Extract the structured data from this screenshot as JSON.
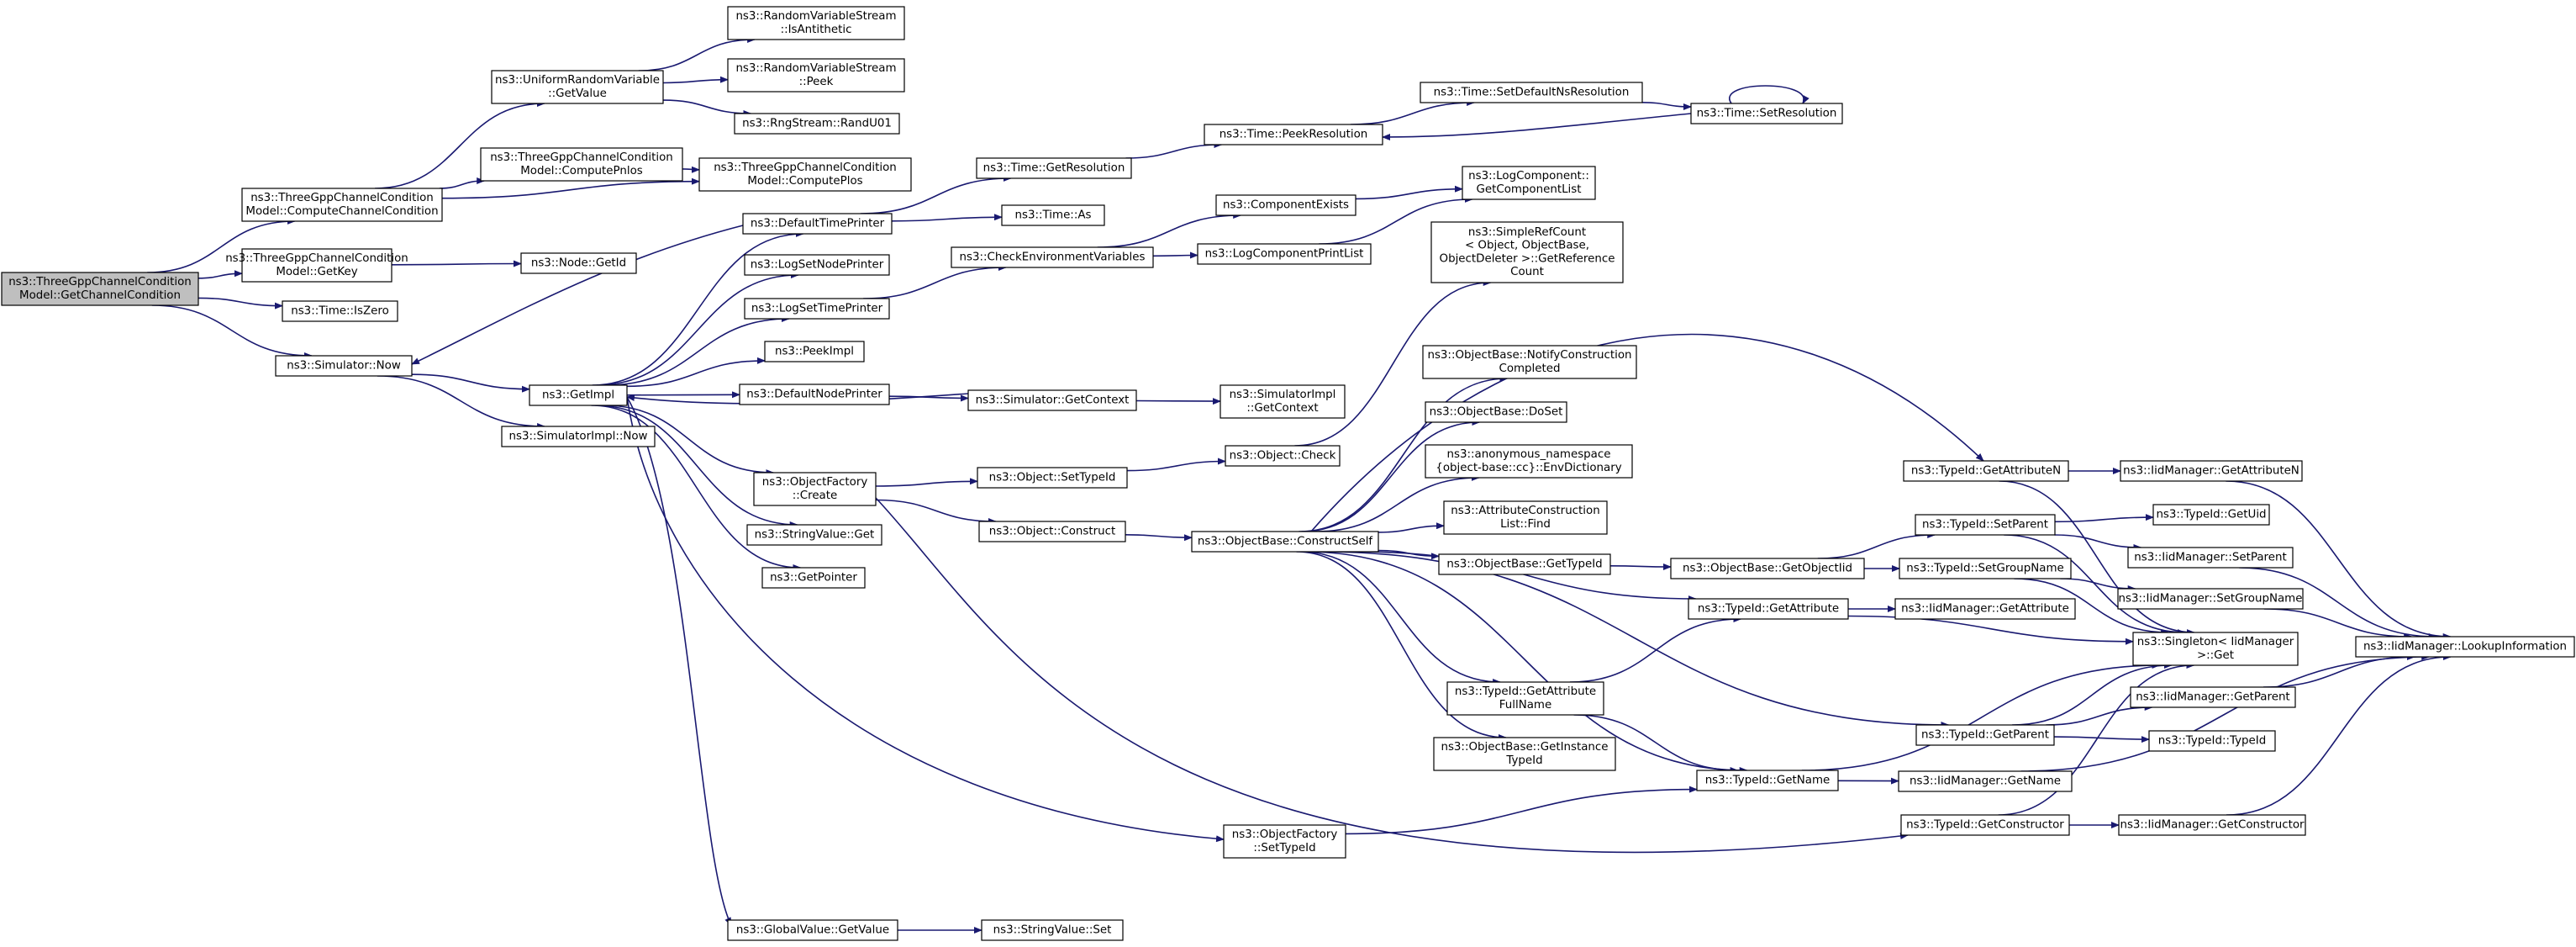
{
  "graph": {
    "root_fill": "#bfbfbf",
    "node_fill": "#ffffff",
    "node_stroke": "#000000",
    "edge_color": "#191970",
    "nodes": [
      {
        "id": "root",
        "lines": [
          "ns3::ThreeGppChannelCondition",
          "Model::GetChannelCondition"
        ],
        "root": true
      },
      {
        "id": "ccc",
        "lines": [
          "ns3::ThreeGppChannelCondition",
          "Model::ComputeChannelCondition"
        ]
      },
      {
        "id": "getkey",
        "lines": [
          "ns3::ThreeGppChannelCondition",
          "Model::GetKey"
        ]
      },
      {
        "id": "iszero",
        "lines": [
          "ns3::Time::IsZero"
        ]
      },
      {
        "id": "simnow",
        "lines": [
          "ns3::Simulator::Now"
        ]
      },
      {
        "id": "urvgetvalue",
        "lines": [
          "ns3::UniformRandomVariable",
          "::GetValue"
        ]
      },
      {
        "id": "pnlos",
        "lines": [
          "ns3::ThreeGppChannelCondition",
          "Model::ComputePnlos"
        ]
      },
      {
        "id": "plos",
        "lines": [
          "ns3::ThreeGppChannelCondition",
          "Model::ComputePlos"
        ]
      },
      {
        "id": "isanti",
        "lines": [
          "ns3::RandomVariableStream",
          "::IsAntithetic"
        ]
      },
      {
        "id": "peek",
        "lines": [
          "ns3::RandomVariableStream",
          "::Peek"
        ]
      },
      {
        "id": "randu01",
        "lines": [
          "ns3::RngStream::RandU01"
        ]
      },
      {
        "id": "nodegetid",
        "lines": [
          "ns3::Node::GetId"
        ]
      },
      {
        "id": "getimpl",
        "lines": [
          "ns3::GetImpl"
        ]
      },
      {
        "id": "simimplnow",
        "lines": [
          "ns3::SimulatorImpl::Now"
        ]
      },
      {
        "id": "deftimeprinter",
        "lines": [
          "ns3::DefaultTimePrinter"
        ]
      },
      {
        "id": "logsetnodeprinter",
        "lines": [
          "ns3::LogSetNodePrinter"
        ]
      },
      {
        "id": "logsettimeprinter",
        "lines": [
          "ns3::LogSetTimePrinter"
        ]
      },
      {
        "id": "peekimpl",
        "lines": [
          "ns3::PeekImpl"
        ]
      },
      {
        "id": "defnodeprinter",
        "lines": [
          "ns3::DefaultNodePrinter"
        ]
      },
      {
        "id": "ofcreate",
        "lines": [
          "ns3::ObjectFactory",
          "::Create"
        ]
      },
      {
        "id": "strvalget",
        "lines": [
          "ns3::StringValue::Get"
        ]
      },
      {
        "id": "getpointer",
        "lines": [
          "ns3::GetPointer"
        ]
      },
      {
        "id": "gvgetvalue",
        "lines": [
          "ns3::GlobalValue::GetValue"
        ]
      },
      {
        "id": "timegetres",
        "lines": [
          "ns3::Time::GetResolution"
        ]
      },
      {
        "id": "timeas",
        "lines": [
          "ns3::Time::As"
        ]
      },
      {
        "id": "checkenv",
        "lines": [
          "ns3::CheckEnvironmentVariables"
        ]
      },
      {
        "id": "simgetcontext",
        "lines": [
          "ns3::Simulator::GetContext"
        ]
      },
      {
        "id": "objsettypeid",
        "lines": [
          "ns3::Object::SetTypeId"
        ]
      },
      {
        "id": "objconstruct",
        "lines": [
          "ns3::Object::Construct"
        ]
      },
      {
        "id": "ofsettypeid",
        "lines": [
          "ns3::ObjectFactory",
          "::SetTypeId"
        ]
      },
      {
        "id": "strvalset",
        "lines": [
          "ns3::StringValue::Set"
        ]
      },
      {
        "id": "peekres",
        "lines": [
          "ns3::Time::PeekResolution"
        ]
      },
      {
        "id": "compexists",
        "lines": [
          "ns3::ComponentExists"
        ]
      },
      {
        "id": "logcompprintlist",
        "lines": [
          "ns3::LogComponentPrintList"
        ]
      },
      {
        "id": "simimplgetcontext",
        "lines": [
          "ns3::SimulatorImpl",
          "::GetContext"
        ]
      },
      {
        "id": "objcheck",
        "lines": [
          "ns3::Object::Check"
        ]
      },
      {
        "id": "obconstructself",
        "lines": [
          "ns3::ObjectBase::ConstructSelf"
        ]
      },
      {
        "id": "setdefnsres",
        "lines": [
          "ns3::Time::SetDefaultNsResolution"
        ]
      },
      {
        "id": "setres",
        "lines": [
          "ns3::Time::SetResolution"
        ]
      },
      {
        "id": "logcompgetlist",
        "lines": [
          "ns3::LogComponent::",
          "GetComponentList"
        ]
      },
      {
        "id": "simplerefcount",
        "lines": [
          "ns3::SimpleRefCount",
          "< Object, ObjectBase,",
          "ObjectDeleter >::GetReference",
          "Count"
        ]
      },
      {
        "id": "notifyconstruct",
        "lines": [
          "ns3::ObjectBase::NotifyConstruction",
          "Completed"
        ]
      },
      {
        "id": "obdoset",
        "lines": [
          "ns3::ObjectBase::DoSet"
        ]
      },
      {
        "id": "envdict",
        "lines": [
          "ns3::anonymous_namespace",
          "{object-base::cc}::EnvDictionary"
        ]
      },
      {
        "id": "attrconstfind",
        "lines": [
          "ns3::AttributeConstruction",
          "List::Find"
        ]
      },
      {
        "id": "obgettypeid",
        "lines": [
          "ns3::ObjectBase::GetTypeId"
        ]
      },
      {
        "id": "tidgetattrfullname",
        "lines": [
          "ns3::TypeId::GetAttribute",
          "FullName"
        ]
      },
      {
        "id": "obgetinsttypeid",
        "lines": [
          "ns3::ObjectBase::GetInstance",
          "TypeId"
        ]
      },
      {
        "id": "tidgetattrn",
        "lines": [
          "ns3::TypeId::GetAttributeN"
        ]
      },
      {
        "id": "obgetobjtid",
        "lines": [
          "ns3::ObjectBase::GetObjectIid"
        ]
      },
      {
        "id": "tidgetattr",
        "lines": [
          "ns3::TypeId::GetAttribute"
        ]
      },
      {
        "id": "tidgetname",
        "lines": [
          "ns3::TypeId::GetName"
        ]
      },
      {
        "id": "tidsetparent",
        "lines": [
          "ns3::TypeId::SetParent"
        ]
      },
      {
        "id": "tidsetgroupname",
        "lines": [
          "ns3::TypeId::SetGroupName"
        ]
      },
      {
        "id": "tidgetparent",
        "lines": [
          "ns3::TypeId::GetParent"
        ]
      },
      {
        "id": "tidgetconstructor",
        "lines": [
          "ns3::TypeId::GetConstructor"
        ]
      },
      {
        "id": "iidmgrgetattrn",
        "lines": [
          "ns3::IidManager::GetAttributeN"
        ]
      },
      {
        "id": "tidgetuid",
        "lines": [
          "ns3::TypeId::GetUid"
        ]
      },
      {
        "id": "iidmgrsetparent",
        "lines": [
          "ns3::IidManager::SetParent"
        ]
      },
      {
        "id": "iidmgrsetgroupname",
        "lines": [
          "ns3::IidManager::SetGroupName"
        ]
      },
      {
        "id": "iidmgrgetattr",
        "lines": [
          "ns3::IidManager::GetAttribute"
        ]
      },
      {
        "id": "singletonget",
        "lines": [
          "ns3::Singleton< IidManager",
          ">::Get"
        ]
      },
      {
        "id": "iidmgrgetparent",
        "lines": [
          "ns3::IidManager::GetParent"
        ]
      },
      {
        "id": "tidtypeid",
        "lines": [
          "ns3::TypeId::TypeId"
        ]
      },
      {
        "id": "iidmgrgetname",
        "lines": [
          "ns3::IidManager::GetName"
        ]
      },
      {
        "id": "iidmgrgetconstructor",
        "lines": [
          "ns3::IidManager::GetConstructor"
        ]
      },
      {
        "id": "iidmgrlookup",
        "lines": [
          "ns3::IidManager::LookupInformation"
        ]
      }
    ],
    "edges": [
      [
        "root",
        "ccc"
      ],
      [
        "root",
        "getkey"
      ],
      [
        "root",
        "iszero"
      ],
      [
        "root",
        "simnow"
      ],
      [
        "ccc",
        "urvgetvalue"
      ],
      [
        "ccc",
        "pnlos"
      ],
      [
        "ccc",
        "plos"
      ],
      [
        "urvgetvalue",
        "isanti"
      ],
      [
        "urvgetvalue",
        "peek"
      ],
      [
        "urvgetvalue",
        "randu01"
      ],
      [
        "pnlos",
        "plos"
      ],
      [
        "getkey",
        "nodegetid"
      ],
      [
        "simnow",
        "getimpl"
      ],
      [
        "simnow",
        "simimplnow"
      ],
      [
        "getimpl",
        "deftimeprinter"
      ],
      [
        "getimpl",
        "logsetnodeprinter"
      ],
      [
        "getimpl",
        "logsettimeprinter"
      ],
      [
        "getimpl",
        "peekimpl"
      ],
      [
        "getimpl",
        "defnodeprinter"
      ],
      [
        "getimpl",
        "ofcreate"
      ],
      [
        "getimpl",
        "strvalget"
      ],
      [
        "getimpl",
        "getpointer"
      ],
      [
        "getimpl",
        "gvgetvalue"
      ],
      [
        "getimpl",
        "ofsettypeid"
      ],
      [
        "deftimeprinter",
        "simnow"
      ],
      [
        "deftimeprinter",
        "timegetres"
      ],
      [
        "deftimeprinter",
        "timeas"
      ],
      [
        "logsettimeprinter",
        "checkenv"
      ],
      [
        "defnodeprinter",
        "simgetcontext"
      ],
      [
        "simgetcontext",
        "getimpl"
      ],
      [
        "simgetcontext",
        "simimplgetcontext"
      ],
      [
        "ofcreate",
        "objsettypeid"
      ],
      [
        "ofcreate",
        "objconstruct"
      ],
      [
        "ofcreate",
        "tidgetconstructor"
      ],
      [
        "gvgetvalue",
        "strvalset"
      ],
      [
        "timegetres",
        "peekres"
      ],
      [
        "peekres",
        "setdefnsres"
      ],
      [
        "setdefnsres",
        "setres"
      ],
      [
        "setres",
        "peekres"
      ],
      [
        "setres",
        "setres"
      ],
      [
        "checkenv",
        "compexists"
      ],
      [
        "checkenv",
        "logcompprintlist"
      ],
      [
        "compexists",
        "logcompgetlist"
      ],
      [
        "logcompprintlist",
        "logcompgetlist"
      ],
      [
        "objsettypeid",
        "objcheck"
      ],
      [
        "objcheck",
        "simplerefcount"
      ],
      [
        "objconstruct",
        "obconstructself"
      ],
      [
        "obconstructself",
        "tidgetattrn"
      ],
      [
        "obconstructself",
        "notifyconstruct"
      ],
      [
        "obconstructself",
        "obdoset"
      ],
      [
        "obconstructself",
        "envdict"
      ],
      [
        "obconstructself",
        "attrconstfind"
      ],
      [
        "obconstructself",
        "obgettypeid"
      ],
      [
        "obconstructself",
        "tidgetattr"
      ],
      [
        "obconstructself",
        "tidgetattrfullname"
      ],
      [
        "obconstructself",
        "obgetinsttypeid"
      ],
      [
        "obconstructself",
        "tidgetname"
      ],
      [
        "obconstructself",
        "tidgetparent"
      ],
      [
        "obgettypeid",
        "obgetobjtid"
      ],
      [
        "obgetobjtid",
        "tidsetparent"
      ],
      [
        "obgetobjtid",
        "tidsetgroupname"
      ],
      [
        "tidgetattrfullname",
        "tidgetattr"
      ],
      [
        "tidgetattrfullname",
        "tidgetname"
      ],
      [
        "ofsettypeid",
        "tidgetname"
      ],
      [
        "tidgetattrn",
        "iidmgrgetattrn"
      ],
      [
        "tidgetattrn",
        "singletonget"
      ],
      [
        "tidgetattr",
        "iidmgrgetattr"
      ],
      [
        "tidgetattr",
        "singletonget"
      ],
      [
        "tidgetname",
        "singletonget"
      ],
      [
        "tidgetname",
        "iidmgrgetname"
      ],
      [
        "tidsetparent",
        "tidgetuid"
      ],
      [
        "tidsetparent",
        "iidmgrsetparent"
      ],
      [
        "tidsetparent",
        "singletonget"
      ],
      [
        "tidsetgroupname",
        "iidmgrsetgroupname"
      ],
      [
        "tidsetgroupname",
        "singletonget"
      ],
      [
        "tidgetparent",
        "singletonget"
      ],
      [
        "tidgetparent",
        "iidmgrgetparent"
      ],
      [
        "tidgetparent",
        "tidtypeid"
      ],
      [
        "tidgetconstructor",
        "singletonget"
      ],
      [
        "tidgetconstructor",
        "iidmgrgetconstructor"
      ],
      [
        "iidmgrgetattrn",
        "iidmgrlookup"
      ],
      [
        "iidmgrsetparent",
        "iidmgrlookup"
      ],
      [
        "iidmgrsetgroupname",
        "iidmgrlookup"
      ],
      [
        "iidmgrgetparent",
        "iidmgrlookup"
      ],
      [
        "iidmgrgetname",
        "iidmgrlookup"
      ],
      [
        "iidmgrgetconstructor",
        "iidmgrlookup"
      ]
    ]
  }
}
